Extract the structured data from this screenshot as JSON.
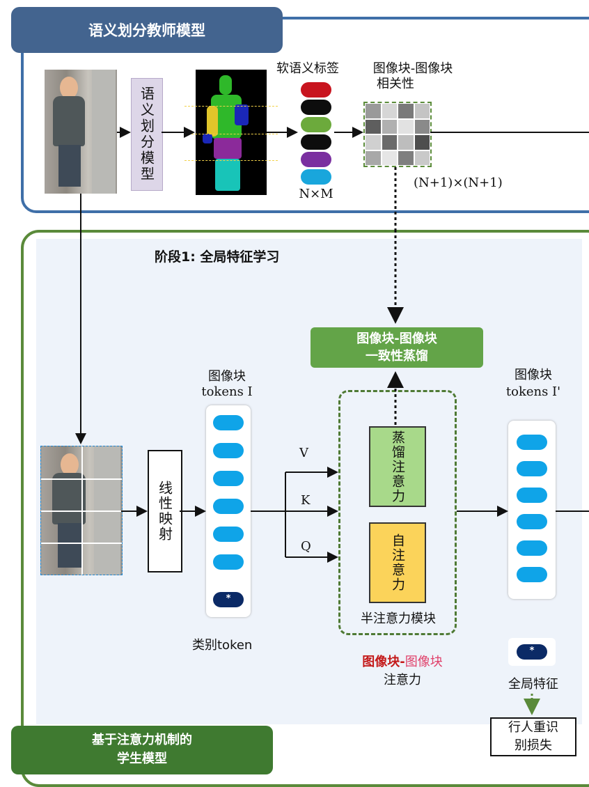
{
  "teacher": {
    "title": "语义划分教师模型",
    "segmentation_model": "语义划分模型",
    "soft_labels_title": "软语义标签",
    "soft_labels_size": "N×M",
    "correlation_title_1": "图像块-图像块",
    "correlation_title_2": "相关性",
    "correlation_size": "(N+1)×(N+1)",
    "label_colors": [
      "#c8141e",
      "#0d0d0d",
      "#6caa3c",
      "#0d0d0d",
      "#7a2fa0",
      "#19a6dc"
    ],
    "segmentation_colors": [
      "#2fb82a",
      "#e0c52a",
      "#1a27b8",
      "#8b2a9a",
      "#18c4b8"
    ]
  },
  "student": {
    "title_line1": "基于注意力机制的",
    "title_line2": "学生模型",
    "stage_title": "阶段1: 全局特征学习",
    "linear_projection": "线性映射",
    "patch_tokens_title": "图像块",
    "patch_tokens_sub": "tokens I",
    "class_token_label": "类别token",
    "class_token_mark": "*",
    "qkv": [
      "V",
      "K",
      "Q"
    ],
    "distill_box_line1": "图像块-图像块",
    "distill_box_line2": "一致性蒸馏",
    "distill_attention": "蒸馏注意力",
    "self_attention": "自注意力",
    "half_attention_module": "半注意力模块",
    "patch_patch_red": "图像块",
    "patch_patch_dash": "-",
    "patch_patch_red2": "图像块",
    "patch_patch_attention": "注意力",
    "out_tokens_title": "图像块",
    "out_tokens_sub": "tokens I'",
    "global_feature": "全局特征",
    "reid_loss_line1": "行人重识",
    "reid_loss_line2": "别损失"
  }
}
